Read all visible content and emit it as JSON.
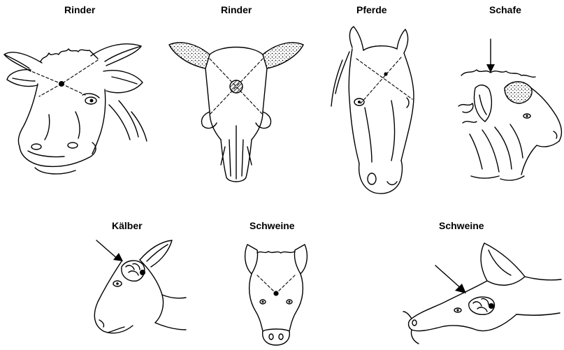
{
  "labels": {
    "cattle_head": "Rinder",
    "cattle_skull": "Rinder",
    "horse": "Pferde",
    "sheep": "Schafe",
    "calf": "Kälber",
    "pig_front": "Schweine",
    "pig_side": "Schweine"
  },
  "colors": {
    "ink": "#000000",
    "background": "#ffffff"
  }
}
